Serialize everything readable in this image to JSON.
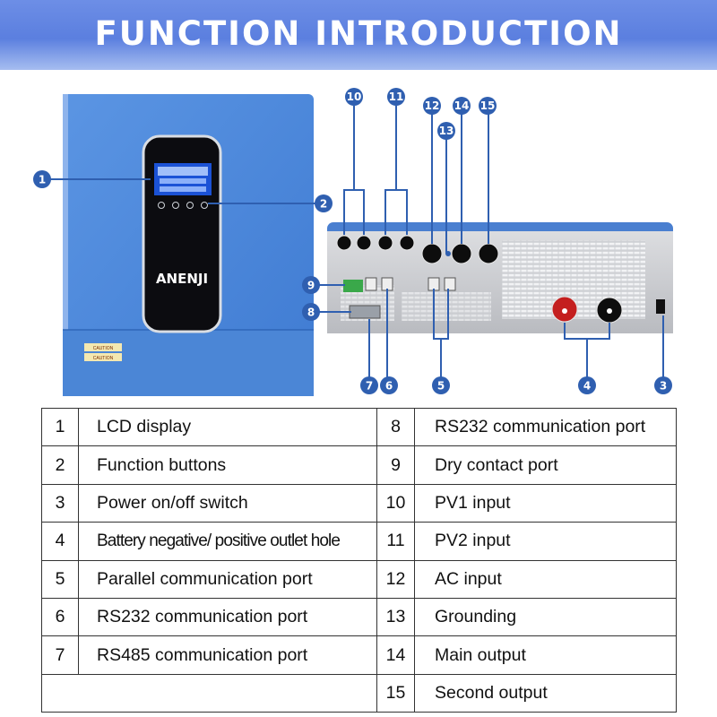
{
  "banner": {
    "title": "FUNCTION INTRODUCTION"
  },
  "device": {
    "brand": "ANENJI",
    "caution_1": "CAUTION",
    "caution_2": "CAUTION"
  },
  "callouts": [
    "1",
    "2",
    "3",
    "4",
    "5",
    "6",
    "7",
    "8",
    "9",
    "10",
    "11",
    "12",
    "13",
    "14",
    "15"
  ],
  "table": {
    "rows": [
      {
        "left_num": "1",
        "left_desc": "LCD display",
        "right_num": "8",
        "right_desc": "RS232 communication port"
      },
      {
        "left_num": "2",
        "left_desc": "Function buttons",
        "right_num": "9",
        "right_desc": "Dry contact port"
      },
      {
        "left_num": "3",
        "left_desc": "Power on/off switch",
        "right_num": "10",
        "right_desc": "PV1 input"
      },
      {
        "left_num": "4",
        "left_desc": "Battery negative/ positive outlet hole",
        "right_num": "11",
        "right_desc": "PV2 input"
      },
      {
        "left_num": "5",
        "left_desc": "Parallel communication port",
        "right_num": "12",
        "right_desc": "AC input"
      },
      {
        "left_num": "6",
        "left_desc": "RS232 communication port",
        "right_num": "13",
        "right_desc": "Grounding"
      },
      {
        "left_num": "7",
        "left_desc": "RS485 communication port",
        "right_num": "14",
        "right_desc": "Main output"
      },
      {
        "left_num": "",
        "left_desc": "",
        "right_num": "15",
        "right_desc": "Second output"
      }
    ]
  },
  "colors": {
    "banner": "#5b7fdf",
    "device_blue": "#4a85d8",
    "callout": "#2f5fb0"
  }
}
